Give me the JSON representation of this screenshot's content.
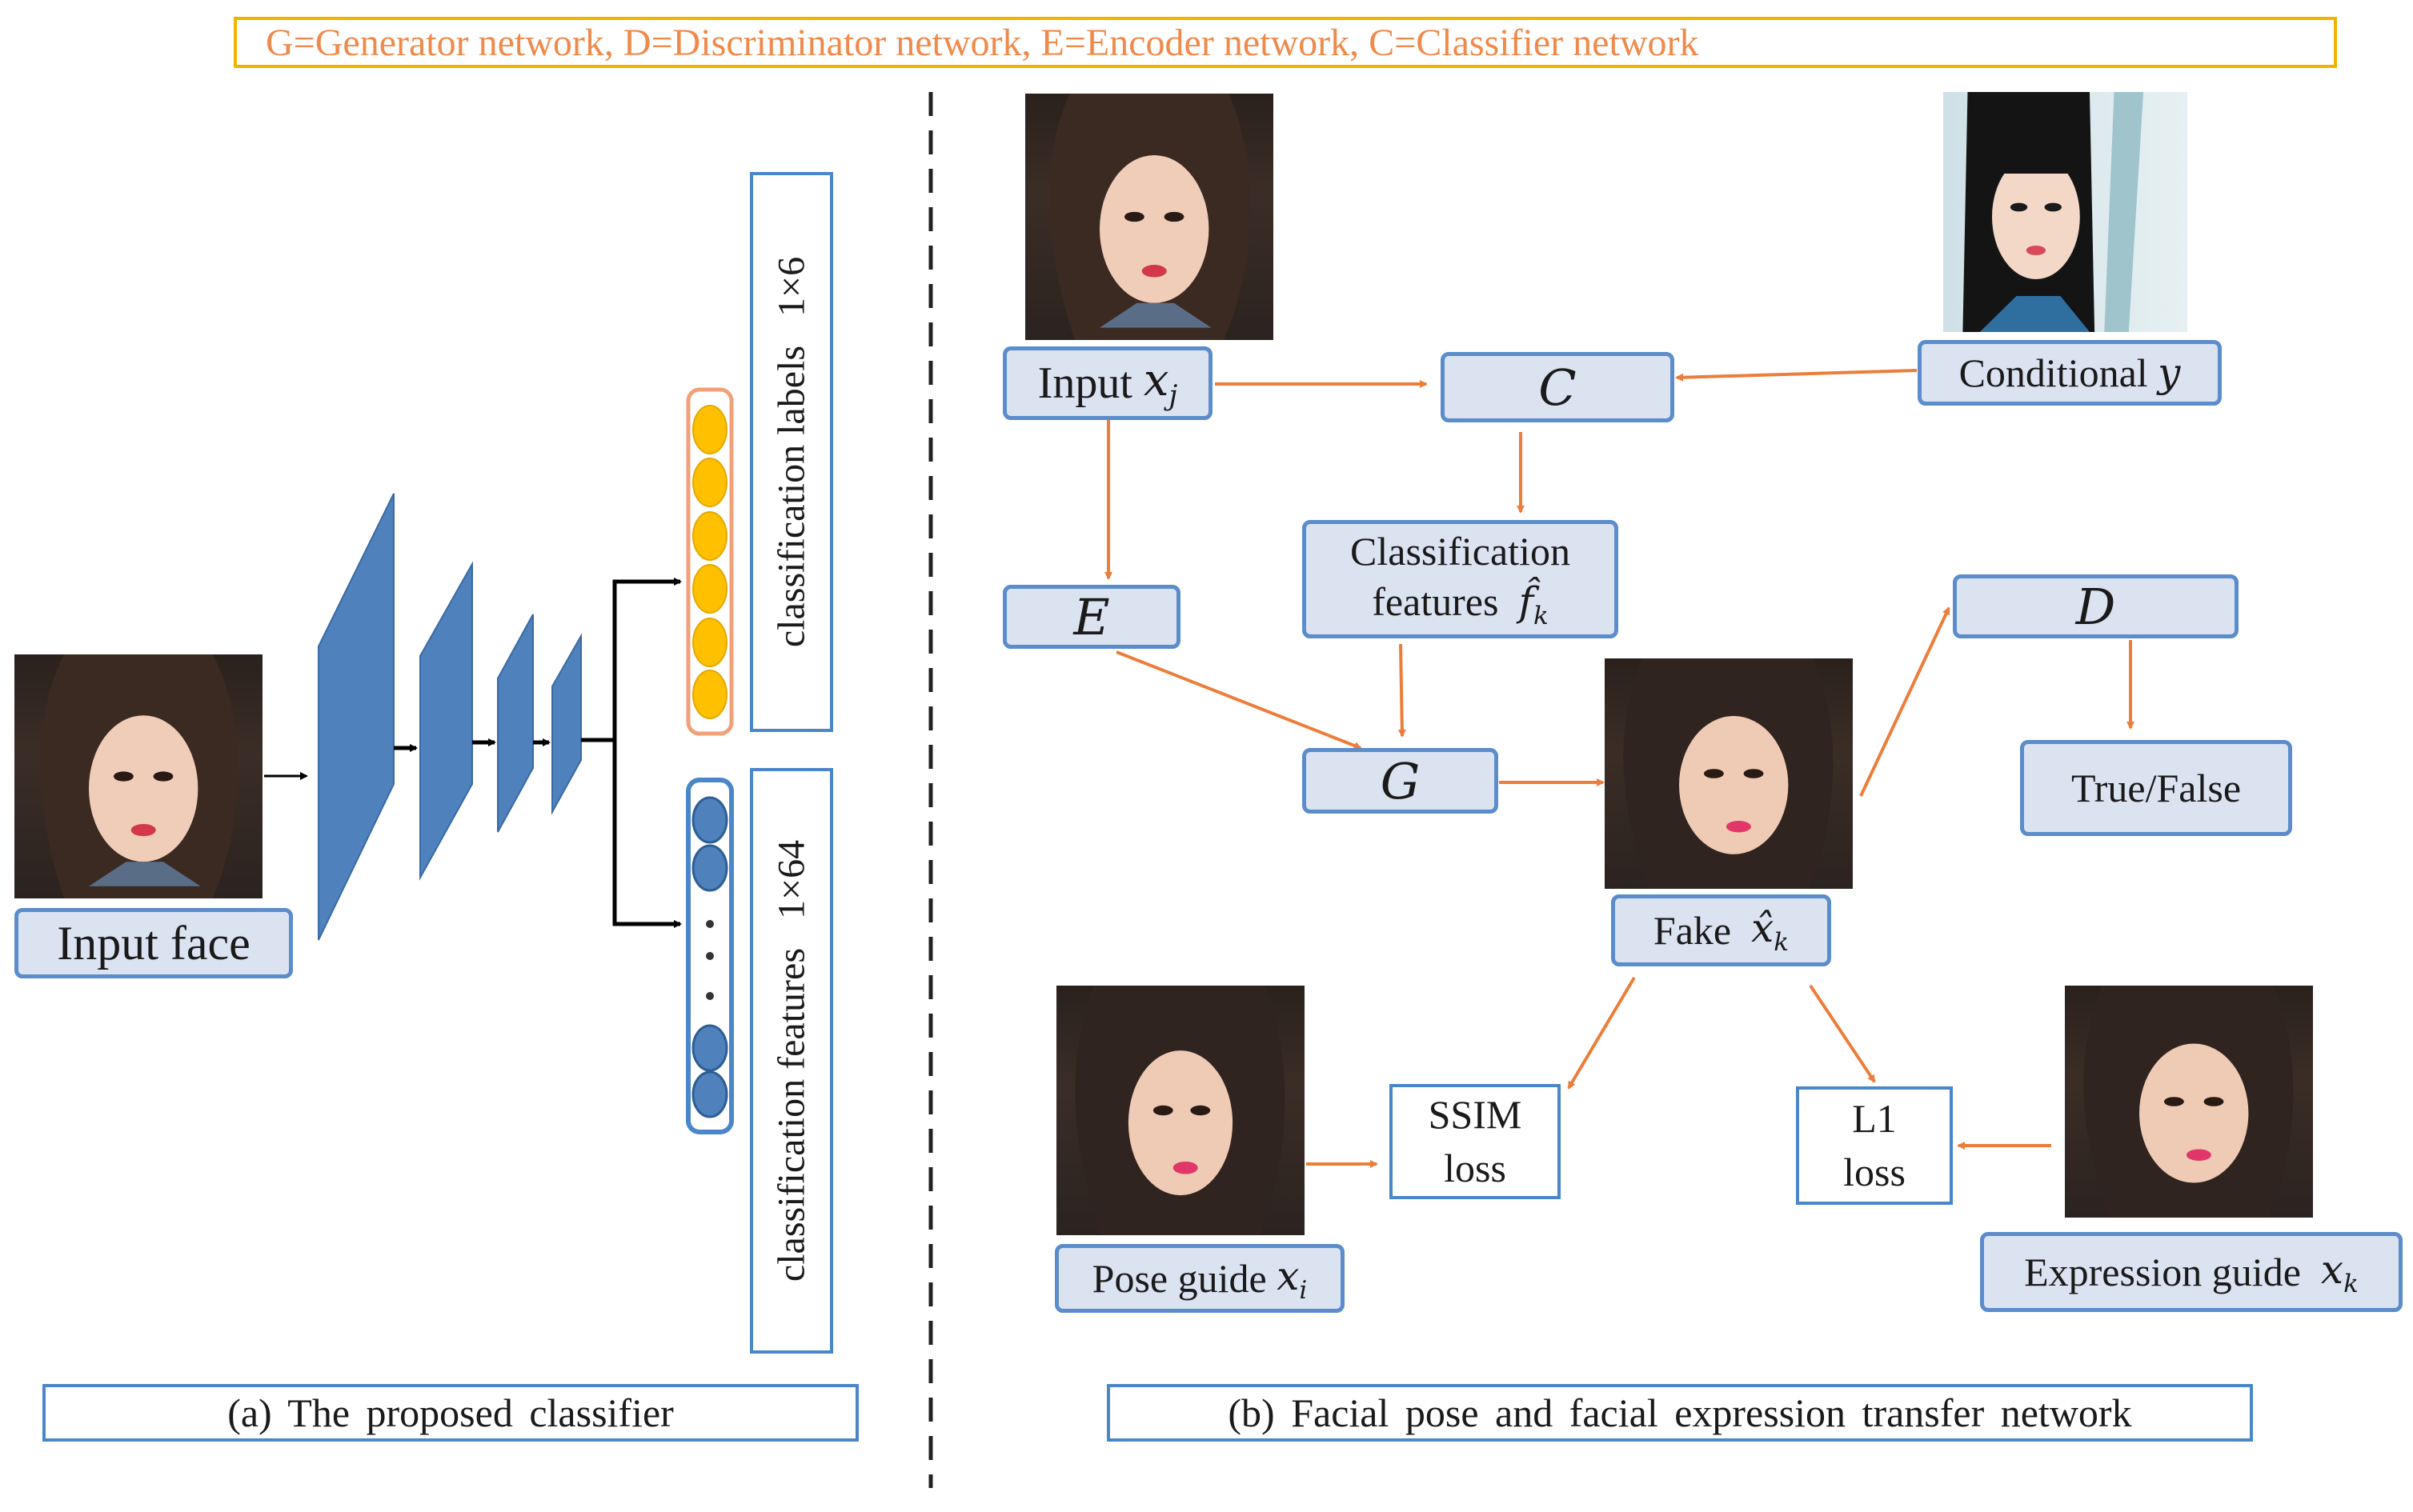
{
  "legend": "G=Generator network, D=Discriminator network, E=Encoder network, C=Classifier network",
  "panel_a": {
    "input_label": "Input face",
    "labels_title": "classification labels",
    "labels_dim": "1×6",
    "features_title": "classification features",
    "features_dim": "1×64",
    "caption": "(a)  The  proposed  classifier"
  },
  "panel_b": {
    "input_text": "Input",
    "input_var": "x",
    "input_sub": "j",
    "c_label": "C",
    "conditional_text": "Conditional",
    "conditional_var": "y",
    "e_label": "E",
    "classification_line1": "Classification",
    "classification_line2": "features",
    "classification_var": "f̂",
    "classification_sub": "k",
    "g_label": "G",
    "d_label": "D",
    "true_false": "True/False",
    "fake_text": "Fake",
    "fake_var": "x̂",
    "fake_sub": "k",
    "ssim_line1": "SSIM",
    "ssim_line2": "loss",
    "l1_line1": "L1",
    "l1_line2": "loss",
    "pose_text": "Pose guide",
    "pose_var": "x",
    "pose_sub": "i",
    "expr_text": "Expression guide",
    "expr_var": "x",
    "expr_sub": "k",
    "caption": "(b)  Facial pose and facial expression transfer network"
  },
  "colors": {
    "legend_border": "#f0b400",
    "legend_text": "#f08a4b",
    "node_fill": "#dbe3f1",
    "node_border": "#5b8ccc",
    "arrow_orange": "#ec7d3a",
    "layer_blue": "#4f81bd",
    "label_node": "#ffc000"
  }
}
